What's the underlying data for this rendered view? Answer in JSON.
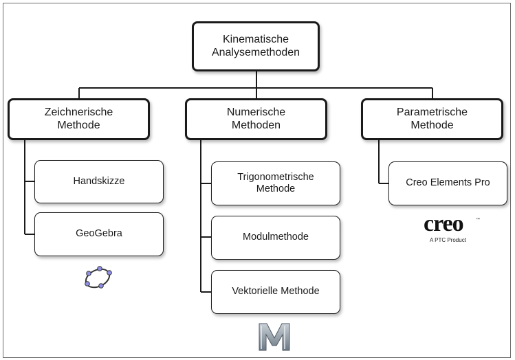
{
  "diagram": {
    "root": {
      "label": "Kinematische\nAnalysemethoden"
    },
    "categories": [
      {
        "label": "Zeichnerische\nMethode",
        "methods": [
          "Handskizze",
          "GeoGebra"
        ],
        "logo_icon": "geogebra-ellipse-icon"
      },
      {
        "label": "Numerische\nMethoden",
        "methods": [
          "Trigonometrische\nMethode",
          "Modulmethode",
          "Vektorielle Methode"
        ],
        "logo_icon": "mathcad-m-icon"
      },
      {
        "label": "Parametrische\nMethode",
        "methods": [
          "Creo Elements Pro"
        ],
        "logo_icon": "creo-logo"
      }
    ],
    "creo_logo": {
      "word": "creo",
      "tm": "™",
      "tagline": "A PTC Product"
    }
  },
  "colors": {
    "stroke": "#1a1a1a",
    "geogebra_point": "#8f8fe6",
    "m_logo": "#8a97a3"
  }
}
